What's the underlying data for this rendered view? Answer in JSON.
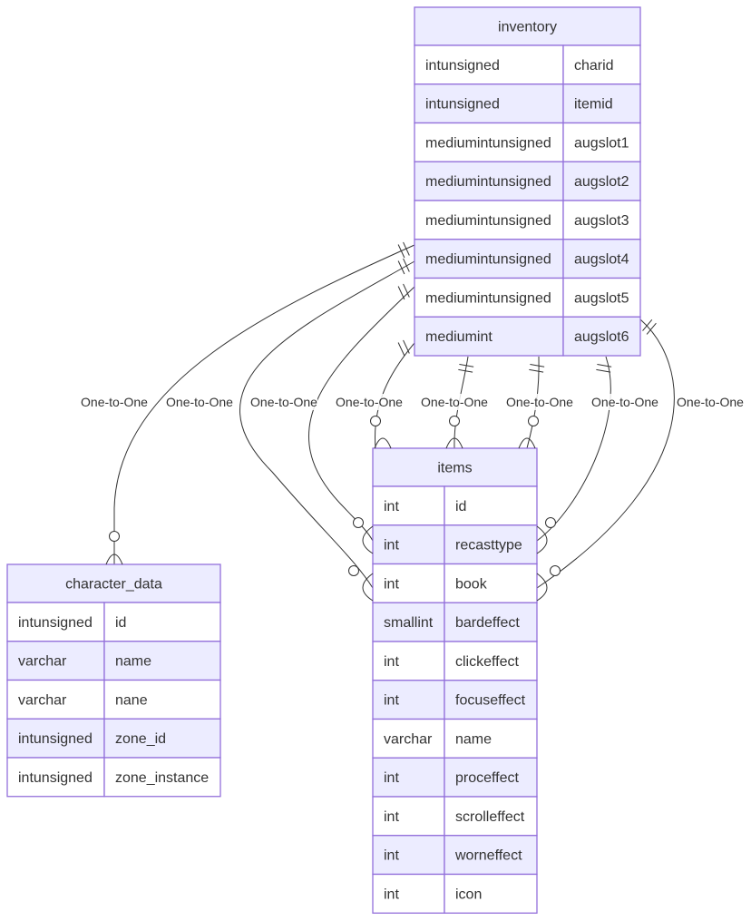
{
  "entities": {
    "inventory": {
      "title": "inventory",
      "attributes": [
        {
          "type": "intunsigned",
          "name": "charid"
        },
        {
          "type": "intunsigned",
          "name": "itemid"
        },
        {
          "type": "mediumintunsigned",
          "name": "augslot1"
        },
        {
          "type": "mediumintunsigned",
          "name": "augslot2"
        },
        {
          "type": "mediumintunsigned",
          "name": "augslot3"
        },
        {
          "type": "mediumintunsigned",
          "name": "augslot4"
        },
        {
          "type": "mediumintunsigned",
          "name": "augslot5"
        },
        {
          "type": "mediumint",
          "name": "augslot6"
        }
      ]
    },
    "items": {
      "title": "items",
      "attributes": [
        {
          "type": "int",
          "name": "id"
        },
        {
          "type": "int",
          "name": "recasttype"
        },
        {
          "type": "int",
          "name": "book"
        },
        {
          "type": "smallint",
          "name": "bardeffect"
        },
        {
          "type": "int",
          "name": "clickeffect"
        },
        {
          "type": "int",
          "name": "focuseffect"
        },
        {
          "type": "varchar",
          "name": "name"
        },
        {
          "type": "int",
          "name": "proceffect"
        },
        {
          "type": "int",
          "name": "scrolleffect"
        },
        {
          "type": "int",
          "name": "worneffect"
        },
        {
          "type": "int",
          "name": "icon"
        }
      ]
    },
    "character_data": {
      "title": "character_data",
      "attributes": [
        {
          "type": "intunsigned",
          "name": "id"
        },
        {
          "type": "varchar",
          "name": "name"
        },
        {
          "type": "varchar",
          "name": "nane"
        },
        {
          "type": "intunsigned",
          "name": "zone_id"
        },
        {
          "type": "intunsigned",
          "name": "zone_instance"
        }
      ]
    }
  },
  "relationships": [
    {
      "from": "inventory",
      "to": "character_data",
      "label": "One-to-One"
    },
    {
      "from": "inventory",
      "to": "items",
      "label": "One-to-One"
    },
    {
      "from": "inventory",
      "to": "items",
      "label": "One-to-One"
    },
    {
      "from": "inventory",
      "to": "items",
      "label": "One-to-One"
    },
    {
      "from": "inventory",
      "to": "items",
      "label": "One-to-One"
    },
    {
      "from": "inventory",
      "to": "items",
      "label": "One-to-One"
    },
    {
      "from": "inventory",
      "to": "items",
      "label": "One-to-One"
    },
    {
      "from": "inventory",
      "to": "items",
      "label": "One-to-One"
    }
  ],
  "colors": {
    "entity_fill": "#ECECFF",
    "row_alt_fill": "#ffffff",
    "border": "#9370DB",
    "text": "#333333",
    "line": "#333333"
  }
}
